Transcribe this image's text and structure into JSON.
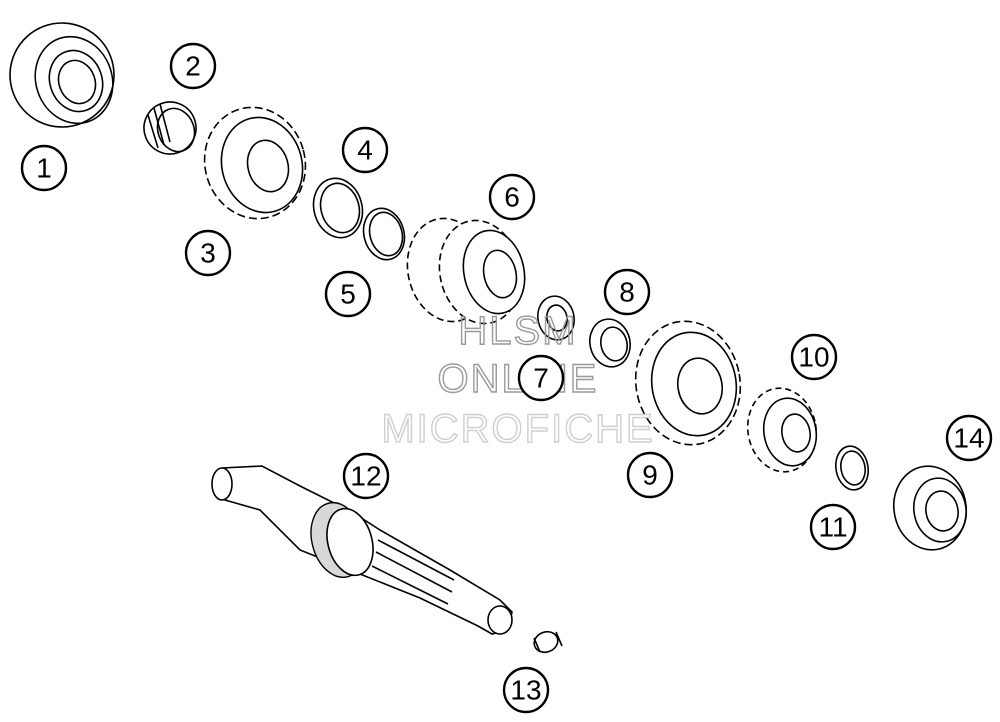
{
  "callouts": [
    "1",
    "2",
    "3",
    "4",
    "5",
    "6",
    "7",
    "8",
    "9",
    "10",
    "11",
    "12",
    "13",
    "14"
  ],
  "watermark": {
    "line1": "HLSM",
    "line2": "ONLINE",
    "line3": "MICROFICHE"
  },
  "colors": {
    "line": "#000000",
    "background": "#ffffff",
    "watermark": "#9a9a9a"
  }
}
